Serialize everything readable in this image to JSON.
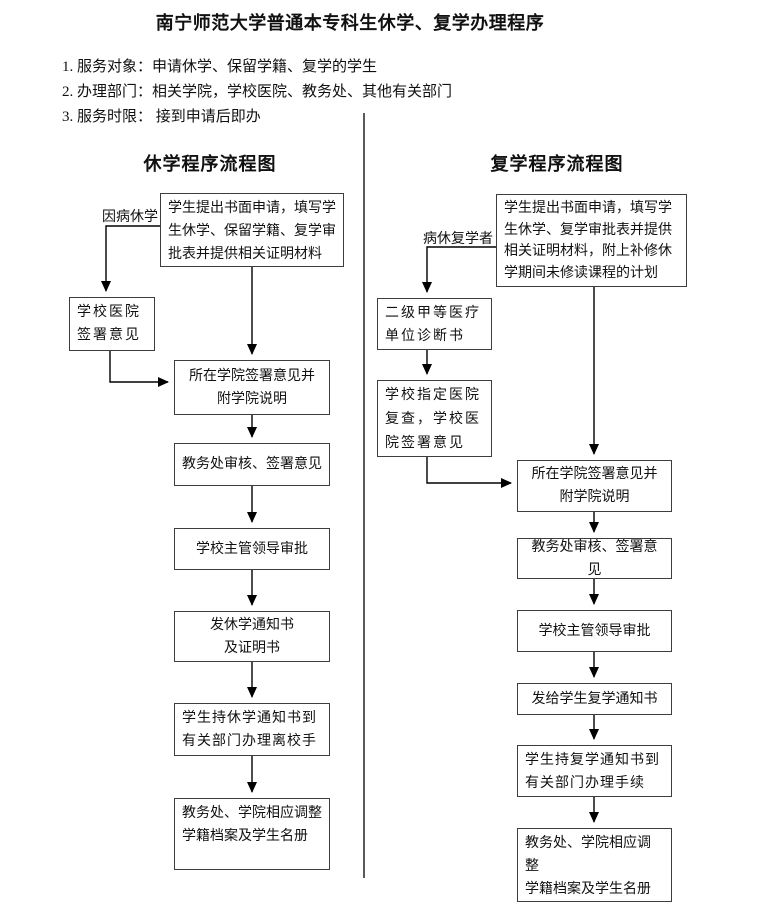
{
  "colors": {
    "background": "#ffffff",
    "text": "#111111",
    "box_border": "#3d3d3d",
    "connector_line": "#000000"
  },
  "document": {
    "title": "南宁师范大学普通本专科生休学、复学办理程序",
    "notes": [
      "1. 服务对象：申请休学、保留学籍、复学的学生",
      "2. 办理部门：相关学院，学校医院、教务处、其他有关部门",
      "3. 服务时限： 接到申请后即办"
    ]
  },
  "suspension_chart": {
    "title": "休学程序流程图",
    "branch_label": "因病休学",
    "steps": {
      "apply": "学生提出书面申请，填写学\n生休学、保留学籍、复学审\n批表并提供相关证明材料",
      "hospital": "学校医院\n签署意见",
      "college": "所在学院签署意见并\n附学院说明",
      "academic_office": "教务处审核、签署意见",
      "leader": "学校主管领导审批",
      "notice": "发休学通知书\n及证明书",
      "procedures": "学生持休学通知书到\n有关部门办理离校手",
      "archives": "教务处、学院相应调整\n学籍档案及学生名册"
    }
  },
  "resumption_chart": {
    "title": "复学程序流程图",
    "branch_label": "病休复学者",
    "steps": {
      "apply": "学生提出书面申请，填写学\n生休学、复学审批表并提供\n相关证明材料，附上补修休\n学期间未修读课程的计划",
      "diagnosis": "二级甲等医疗\n单位诊断书",
      "recheck": "学校指定医院\n复查，学校医\n院签署意见",
      "college": "所在学院签署意见并\n附学院说明",
      "academic_office": "教务处审核、签署意见",
      "leader": "学校主管领导审批",
      "notice": "发给学生复学通知书",
      "procedures": "学生持复学通知书到\n有关部门办理手续",
      "archives": "教务处、学院相应调整\n学籍档案及学生名册"
    }
  }
}
